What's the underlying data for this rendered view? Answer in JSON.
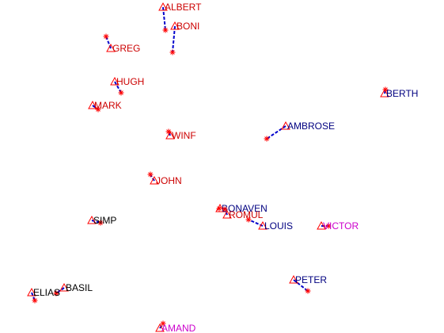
{
  "chart_data": {
    "type": "scatter",
    "colors": {
      "marker": "#ff0000",
      "connector": "#0000cc",
      "red": "#cc0000",
      "blue": "#000080",
      "magenta": "#cc00cc",
      "black": "#000000"
    },
    "points": [
      {
        "label": "ALBERT",
        "color": "red",
        "tri": [
          206,
          9
        ],
        "star": [
          209,
          38
        ]
      },
      {
        "label": "BONI",
        "color": "red",
        "tri": [
          221,
          33
        ],
        "star": [
          218,
          66
        ]
      },
      {
        "label": "GREG",
        "color": "red",
        "tri": [
          140,
          61
        ],
        "star": [
          134,
          46
        ]
      },
      {
        "label": "HUGH",
        "color": "red",
        "tri": [
          145,
          103
        ],
        "star": [
          153,
          117
        ]
      },
      {
        "label": "MARK",
        "color": "red",
        "tri": [
          117,
          133
        ],
        "star": [
          124,
          138
        ]
      },
      {
        "label": "BERTH",
        "color": "blue",
        "tri": [
          486,
          118
        ],
        "star": [
          487,
          113
        ]
      },
      {
        "label": "AMBROSE",
        "color": "blue",
        "tri": [
          361,
          159
        ],
        "star": [
          337,
          175
        ]
      },
      {
        "label": "WINF",
        "color": "red",
        "tri": [
          215,
          171
        ],
        "star": [
          213,
          166
        ]
      },
      {
        "label": "JOHN",
        "color": "red",
        "tri": [
          195,
          228
        ],
        "star": [
          190,
          220
        ]
      },
      {
        "label": "BONAVEN",
        "color": "blue",
        "tri": [
          278,
          263
        ],
        "star": [
          277,
          263
        ]
      },
      {
        "label": "ROMUL",
        "color": "red",
        "tri": [
          287,
          271
        ],
        "star": [
          284,
          264
        ]
      },
      {
        "label": "LOUIS",
        "color": "blue",
        "tri": [
          332,
          285
        ],
        "star": [
          314,
          277
        ]
      },
      {
        "label": "VICTOR",
        "color": "magenta",
        "tri": [
          406,
          285
        ],
        "star": [
          415,
          285
        ]
      },
      {
        "label": "SIMP",
        "color": "black",
        "tri": [
          116,
          278
        ],
        "star": [
          127,
          281
        ]
      },
      {
        "label": "PETER",
        "color": "blue",
        "tri": [
          371,
          353
        ],
        "star": [
          389,
          367
        ]
      },
      {
        "label": "BASIL",
        "color": "black",
        "tri": [
          81,
          363
        ],
        "star": [
          71,
          370
        ]
      },
      {
        "label": "ELIAS",
        "color": "black",
        "tri": [
          40,
          369
        ],
        "star": [
          44,
          379
        ]
      },
      {
        "label": "AMAND",
        "color": "magenta",
        "tri": [
          202,
          414
        ],
        "star": [
          206,
          408
        ]
      }
    ]
  }
}
